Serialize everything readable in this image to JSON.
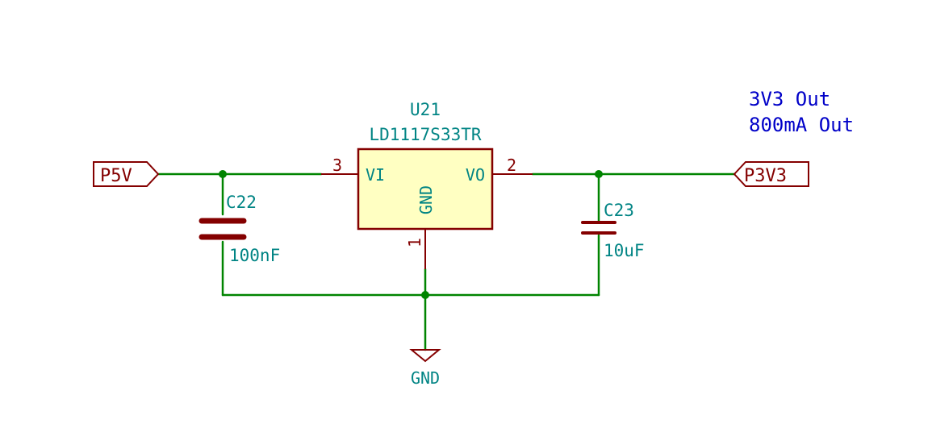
{
  "colors": {
    "background": "#ffffff",
    "wire": "#008400",
    "symbol": "#840000",
    "body_fill": "#ffffc2",
    "ref_text": "#008484",
    "note_text": "#0000c8"
  },
  "regulator": {
    "reference": "U21",
    "value": "LD1117S33TR",
    "pins": {
      "vi": {
        "name": "VI",
        "number": "3"
      },
      "vo": {
        "name": "VO",
        "number": "2"
      },
      "gnd": {
        "name": "GND",
        "number": "1"
      }
    }
  },
  "capacitors": {
    "input": {
      "reference": "C22",
      "value": "100nF"
    },
    "output": {
      "reference": "C23",
      "value": "10uF"
    }
  },
  "ports": {
    "input": "P5V",
    "output": "P3V3"
  },
  "ground_symbol": {
    "label": "GND"
  },
  "notes": [
    "3V3 Out",
    "800mA Out"
  ]
}
